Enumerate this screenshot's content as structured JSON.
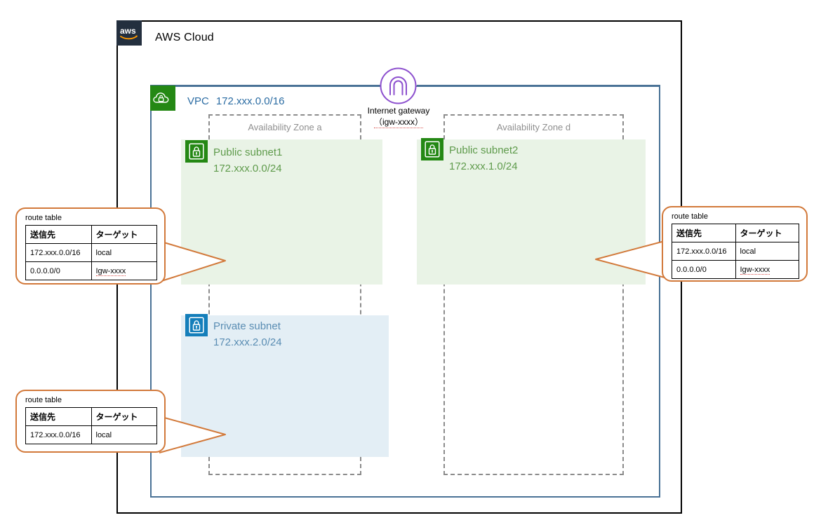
{
  "diagram": {
    "title": "AWS VPC public/private subnet architecture",
    "cloud": {
      "label": "AWS Cloud",
      "logo_icon": "aws-logo-icon"
    },
    "vpc": {
      "name": "VPC",
      "cidr": "172.xxx.0.0/16",
      "icon": "vpc-cloud-lock-icon",
      "color": "#2b6ca3"
    },
    "internet_gateway": {
      "name": "Internet gateway",
      "id": "（igw-xxxx）",
      "icon": "internet-gateway-icon",
      "color": "#8c4fce"
    },
    "availability_zones": [
      {
        "label": "Availability Zone a"
      },
      {
        "label": "Availability Zone d"
      }
    ],
    "subnets": [
      {
        "name": "Public subnet1",
        "cidr": "172.xxx.0.0/24",
        "icon": "public-subnet-lock-icon",
        "type": "public",
        "color": "#5f9b4c",
        "fill": "#e9f3e6"
      },
      {
        "name": "Public subnet2",
        "cidr": "172.xxx.1.0/24",
        "icon": "public-subnet-lock-icon",
        "type": "public",
        "color": "#5f9b4c",
        "fill": "#e9f3e6"
      },
      {
        "name": "Private subnet",
        "cidr": "172.xxx.2.0/24",
        "icon": "private-subnet-lock-icon",
        "type": "private",
        "color": "#5a8db3",
        "fill": "#e3eef5"
      }
    ],
    "route_tables": [
      {
        "id": "route-table-public-subnet1",
        "title": "route table",
        "headers": [
          "送信先",
          "ターゲット"
        ],
        "rows": [
          [
            "172.xxx.0.0/16",
            "local"
          ],
          [
            "0.0.0.0/0",
            "Igw-xxxx"
          ]
        ]
      },
      {
        "id": "route-table-private-subnet",
        "title": "route table",
        "headers": [
          "送信先",
          "ターゲット"
        ],
        "rows": [
          [
            "172.xxx.0.0/16",
            "local"
          ]
        ]
      },
      {
        "id": "route-table-public-subnet2",
        "title": "route table",
        "headers": [
          "送信先",
          "ターゲット"
        ],
        "rows": [
          [
            "172.xxx.0.0/16",
            "local"
          ],
          [
            "0.0.0.0/0",
            "Igw-xxxx"
          ]
        ]
      }
    ],
    "colors": {
      "aws_navy": "#232F3E",
      "vpc_border": "#4a7296",
      "subnet_green": "#248814",
      "subnet_blue": "#147eba",
      "callout_orange": "#d2793a",
      "az_dash": "#8c8c8c"
    }
  }
}
